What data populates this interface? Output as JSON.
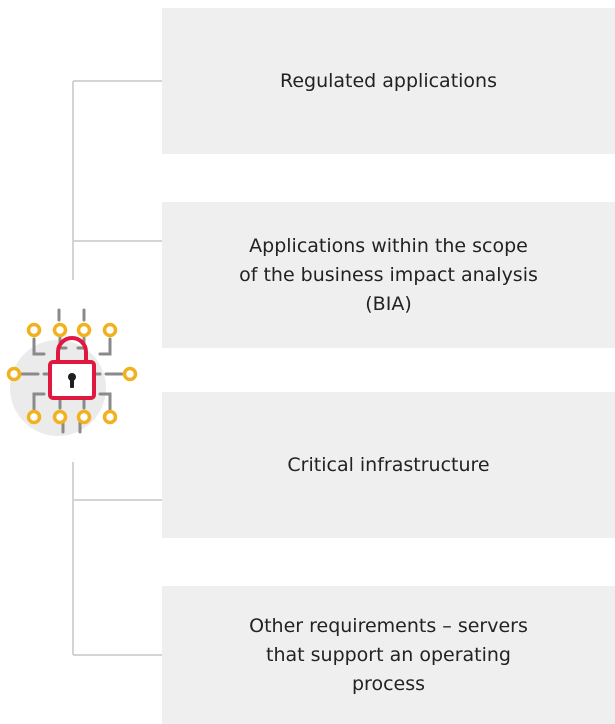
{
  "diagram": {
    "items": [
      {
        "label": "Regulated applications"
      },
      {
        "label": "Applications within the scope\nof the business impact analysis\n(BIA)"
      },
      {
        "label": "Critical infrastructure"
      },
      {
        "label": "Other requirements – servers\nthat support an operating\nprocess"
      }
    ]
  },
  "colors": {
    "box_fill": "#efefef",
    "connector": "#d4d4d4",
    "lock": "#e0173e",
    "circuit_nodes": "#f2b21f",
    "circuit_lines": "#8a8a8a",
    "icon_backdrop": "#ebebeb"
  }
}
